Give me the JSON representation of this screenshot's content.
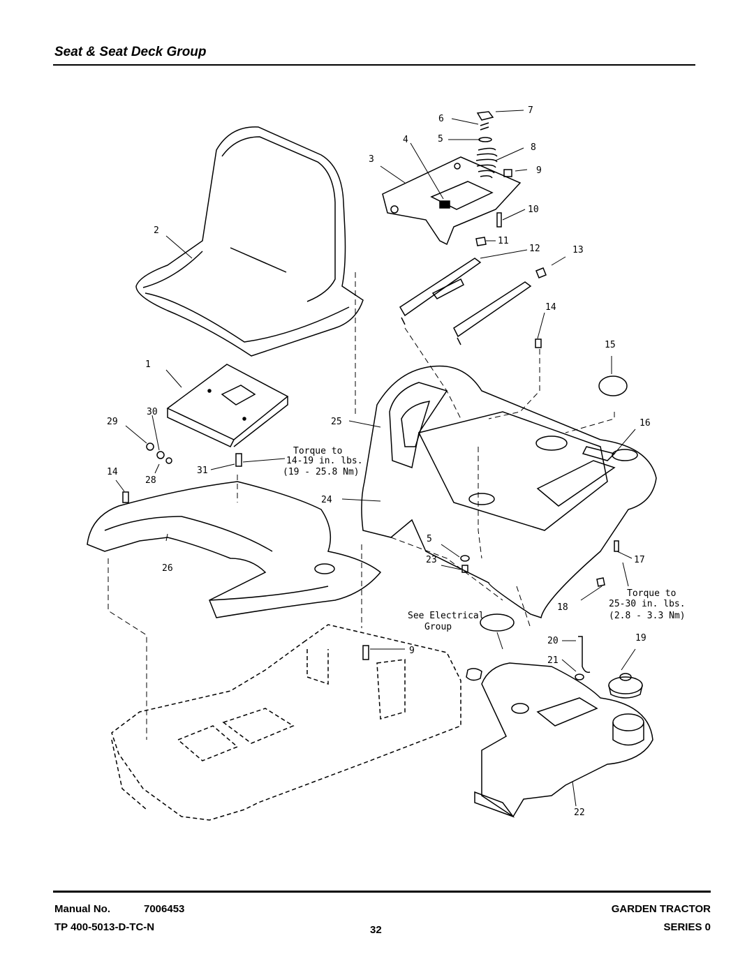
{
  "header": {
    "title": "Seat & Seat Deck Group"
  },
  "callouts": [
    {
      "id": "c1",
      "label": "1"
    },
    {
      "id": "c2",
      "label": "2"
    },
    {
      "id": "c3",
      "label": "3"
    },
    {
      "id": "c4",
      "label": "4"
    },
    {
      "id": "c5a",
      "label": "5"
    },
    {
      "id": "c5b",
      "label": "5"
    },
    {
      "id": "c6",
      "label": "6"
    },
    {
      "id": "c7",
      "label": "7"
    },
    {
      "id": "c8",
      "label": "8"
    },
    {
      "id": "c9a",
      "label": "9"
    },
    {
      "id": "c9b",
      "label": "9"
    },
    {
      "id": "c10",
      "label": "10"
    },
    {
      "id": "c11",
      "label": "11"
    },
    {
      "id": "c12",
      "label": "12"
    },
    {
      "id": "c13",
      "label": "13"
    },
    {
      "id": "c14a",
      "label": "14"
    },
    {
      "id": "c14b",
      "label": "14"
    },
    {
      "id": "c15",
      "label": "15"
    },
    {
      "id": "c16",
      "label": "16"
    },
    {
      "id": "c17",
      "label": "17"
    },
    {
      "id": "c18",
      "label": "18"
    },
    {
      "id": "c19",
      "label": "19"
    },
    {
      "id": "c20",
      "label": "20"
    },
    {
      "id": "c21",
      "label": "21"
    },
    {
      "id": "c22",
      "label": "22"
    },
    {
      "id": "c23",
      "label": "23"
    },
    {
      "id": "c24",
      "label": "24"
    },
    {
      "id": "c25",
      "label": "25"
    },
    {
      "id": "c26",
      "label": "26"
    },
    {
      "id": "c28",
      "label": "28"
    },
    {
      "id": "c29",
      "label": "29"
    },
    {
      "id": "c30",
      "label": "30"
    },
    {
      "id": "c31",
      "label": "31"
    }
  ],
  "notes": {
    "torque1": [
      "Torque to",
      "14-19 in. lbs.",
      "(19 - 25.8 Nm)"
    ],
    "torque2": [
      "Torque to",
      "25-30 in. lbs.",
      "(2.8 - 3.3 Nm)"
    ],
    "electrical": [
      "See Electrical",
      "Group"
    ]
  },
  "footer": {
    "manual_label": "Manual No.",
    "manual_number": "7006453",
    "tp_code": "TP 400-5013-D-TC-N",
    "page_number": "32",
    "product": "GARDEN TRACTOR",
    "series": "SERIES 0"
  }
}
